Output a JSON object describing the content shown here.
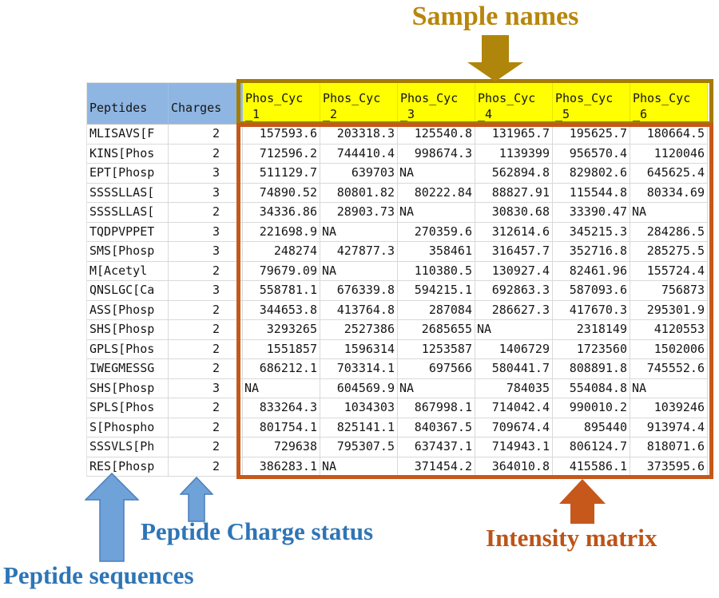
{
  "annotations": {
    "sample_names": {
      "label": "Sample names",
      "color": "#B8860B"
    },
    "peptide_sequences": {
      "label": "Peptide sequences",
      "color": "#2E75B6"
    },
    "peptide_charge_status": {
      "label": "Peptide Charge status",
      "color": "#2E75B6"
    },
    "intensity_matrix": {
      "label": "Intensity matrix",
      "color": "#BC5418"
    }
  },
  "colors": {
    "header_fill": "#8FB6E2",
    "sample_header_fill": "#FFFF00",
    "sample_box_border": "#A57C00",
    "matrix_box_border": "#C5581A",
    "blue_arrow_fill": "#6EA2D8",
    "blue_arrow_stroke": "#4A7EBB"
  },
  "table": {
    "peptide_header": "Peptides",
    "charge_header": "Charges",
    "sample_headers": [
      {
        "line1": "Phos_Cyc",
        "line2": "_1"
      },
      {
        "line1": "Phos_Cyc",
        "line2": "_2"
      },
      {
        "line1": "Phos_Cyc",
        "line2": "_3"
      },
      {
        "line1": "Phos_Cyc",
        "line2": "_4"
      },
      {
        "line1": "Phos_Cyc",
        "line2": "_5"
      },
      {
        "line1": "Phos_Cyc",
        "line2": "_6"
      }
    ],
    "rows": [
      {
        "peptide": "MLISAVS[F",
        "charge": "2",
        "values": [
          "157593.6",
          "203318.3",
          "125540.8",
          "131965.7",
          "195625.7",
          "180664.5"
        ]
      },
      {
        "peptide": "KINS[Phos",
        "charge": "2",
        "values": [
          "712596.2",
          "744410.4",
          "998674.3",
          "1139399",
          "956570.4",
          "1120046"
        ]
      },
      {
        "peptide": "EPT[Phosp",
        "charge": "3",
        "values": [
          "511129.7",
          "639703",
          "NA",
          "562894.8",
          "829802.6",
          "645625.4"
        ]
      },
      {
        "peptide": "SSSSLLAS[",
        "charge": "3",
        "values": [
          "74890.52",
          "80801.82",
          "80222.84",
          "88827.91",
          "115544.8",
          "80334.69"
        ]
      },
      {
        "peptide": "SSSSLLAS[",
        "charge": "2",
        "values": [
          "34336.86",
          "28903.73",
          "NA",
          "30830.68",
          "33390.47",
          "NA"
        ]
      },
      {
        "peptide": "TQDPVPPET",
        "charge": "3",
        "values": [
          "221698.9",
          "NA",
          "270359.6",
          "312614.6",
          "345215.3",
          "284286.5"
        ]
      },
      {
        "peptide": "SMS[Phosp",
        "charge": "3",
        "values": [
          "248274",
          "427877.3",
          "358461",
          "316457.7",
          "352716.8",
          "285275.5"
        ]
      },
      {
        "peptide": "M[Acetyl",
        "charge": "2",
        "values": [
          "79679.09",
          "NA",
          "110380.5",
          "130927.4",
          "82461.96",
          "155724.4"
        ]
      },
      {
        "peptide": "QNSLGC[Ca",
        "charge": "3",
        "values": [
          "558781.1",
          "676339.8",
          "594215.1",
          "692863.3",
          "587093.6",
          "756873"
        ]
      },
      {
        "peptide": "ASS[Phosp",
        "charge": "2",
        "values": [
          "344653.8",
          "413764.8",
          "287084",
          "286627.3",
          "417670.3",
          "295301.9"
        ]
      },
      {
        "peptide": "SHS[Phosp",
        "charge": "2",
        "values": [
          "3293265",
          "2527386",
          "2685655",
          "NA",
          "2318149",
          "4120553"
        ]
      },
      {
        "peptide": "GPLS[Phos",
        "charge": "2",
        "values": [
          "1551857",
          "1596314",
          "1253587",
          "1406729",
          "1723560",
          "1502006"
        ]
      },
      {
        "peptide": "IWEGMESSG",
        "charge": "2",
        "values": [
          "686212.1",
          "703314.1",
          "697566",
          "580441.7",
          "808891.8",
          "745552.6"
        ]
      },
      {
        "peptide": "SHS[Phosp",
        "charge": "3",
        "values": [
          "NA",
          "604569.9",
          "NA",
          "784035",
          "554084.8",
          "NA"
        ]
      },
      {
        "peptide": "SPLS[Phos",
        "charge": "2",
        "values": [
          "833264.3",
          "1034303",
          "867998.1",
          "714042.4",
          "990010.2",
          "1039246"
        ]
      },
      {
        "peptide": "S[Phospho",
        "charge": "2",
        "values": [
          "801754.1",
          "825141.1",
          "840367.5",
          "709674.4",
          "895440",
          "913974.4"
        ]
      },
      {
        "peptide": "SSSVLS[Ph",
        "charge": "2",
        "values": [
          "729638",
          "795307.5",
          "637437.1",
          "714943.1",
          "806124.7",
          "818071.6"
        ]
      },
      {
        "peptide": "RES[Phosp",
        "charge": "2",
        "values": [
          "386283.1",
          "NA",
          "371454.2",
          "364010.8",
          "415586.1",
          "373595.6"
        ]
      }
    ]
  }
}
